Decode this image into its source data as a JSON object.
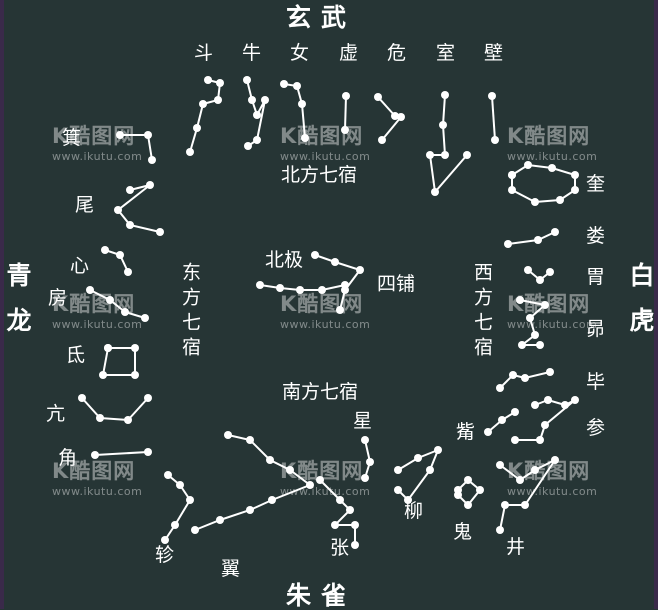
{
  "directions": {
    "north": "玄武",
    "south": "朱雀",
    "east": "青龙",
    "west": "白虎"
  },
  "regions": {
    "north": "北方七宿",
    "south": "南方七宿",
    "east": "东方七宿",
    "west": "西方七宿"
  },
  "center": {
    "pole": "北极",
    "sipu": "四铺"
  },
  "mansions": {
    "dou": "斗",
    "niu": "牛",
    "nv": "女",
    "xu": "虚",
    "wei_n": "危",
    "shi": "室",
    "bi_n": "壁",
    "ji": "箕",
    "wei_e": "尾",
    "xin": "心",
    "fang": "房",
    "di": "氐",
    "kang": "亢",
    "jiao": "角",
    "kui": "奎",
    "lou": "娄",
    "wei_w": "胃",
    "mao": "昴",
    "bi_w": "毕",
    "shen": "参",
    "zi": "觜",
    "jing": "井",
    "gui": "鬼",
    "liu": "柳",
    "xing": "星",
    "zhang": "张",
    "yi": "翼",
    "zhen": "轸"
  },
  "watermark": {
    "logo": "K酷图网",
    "url": "www.ikutu.com"
  },
  "colors": {
    "background": "#263535",
    "star": "#ffffff"
  }
}
